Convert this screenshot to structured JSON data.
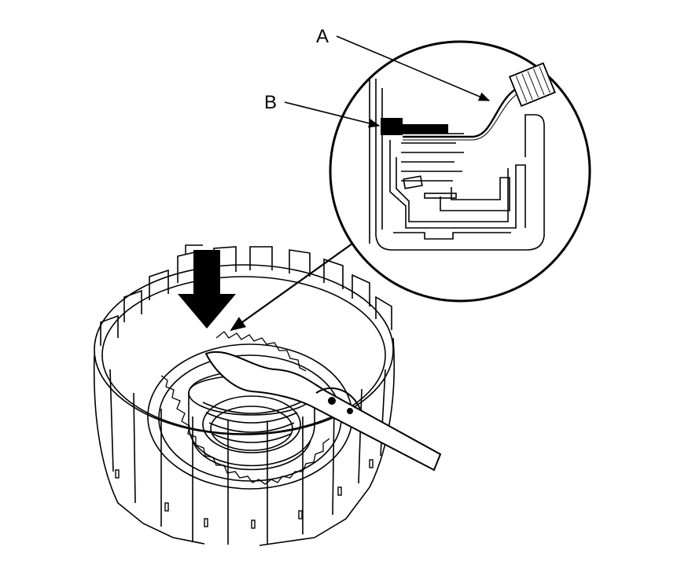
{
  "figure": {
    "callouts": [
      {
        "id": "A",
        "label": "A"
      },
      {
        "id": "B",
        "label": "B"
      }
    ]
  },
  "colors": {
    "ink": "#000000",
    "paper": "#ffffff"
  }
}
